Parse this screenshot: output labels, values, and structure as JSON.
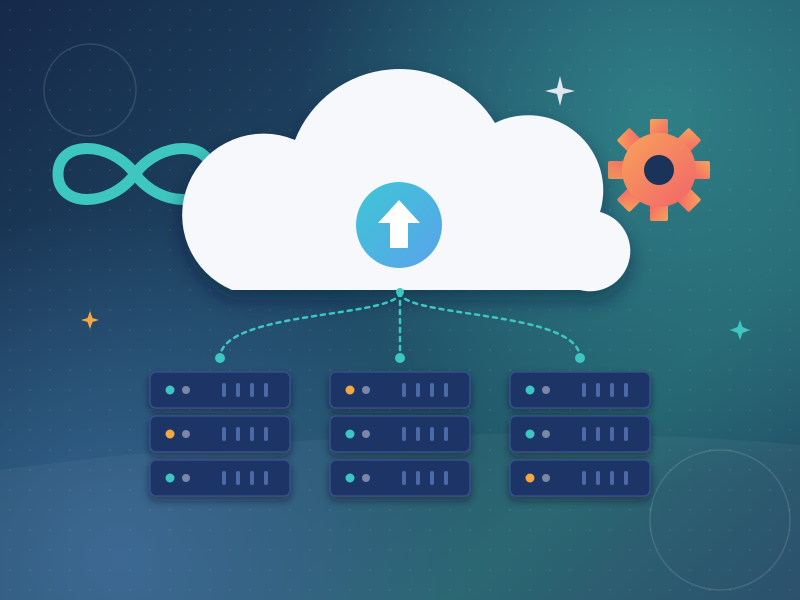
{
  "colors": {
    "teal": "#3ec6c0",
    "orange": "#f5a742",
    "gear_start": "#f7a35a",
    "gear_end": "#f2646a",
    "cloud": "#f6f8fb",
    "upload_circle_start": "#3ec6d6",
    "upload_circle_end": "#5aa3ea",
    "server_unit": "#1e3566",
    "server_border": "#34508a",
    "server_dot_gray": "#7b86a6",
    "server_bar": "#4b6aa8",
    "sparkle_white": "#dfe7ef"
  },
  "icons": {
    "infinity": "infinity-icon",
    "cloud": "cloud-icon",
    "upload": "upload-arrow-icon",
    "gear": "gear-icon",
    "server": "server-rack-icon",
    "sparkle": "sparkle-icon"
  },
  "server_racks": [
    {
      "units": [
        {
          "status": "teal"
        },
        {
          "status": "orange"
        },
        {
          "status": "teal"
        }
      ]
    },
    {
      "units": [
        {
          "status": "orange"
        },
        {
          "status": "teal"
        },
        {
          "status": "teal"
        }
      ]
    },
    {
      "units": [
        {
          "status": "teal"
        },
        {
          "status": "teal"
        },
        {
          "status": "orange"
        }
      ]
    }
  ]
}
